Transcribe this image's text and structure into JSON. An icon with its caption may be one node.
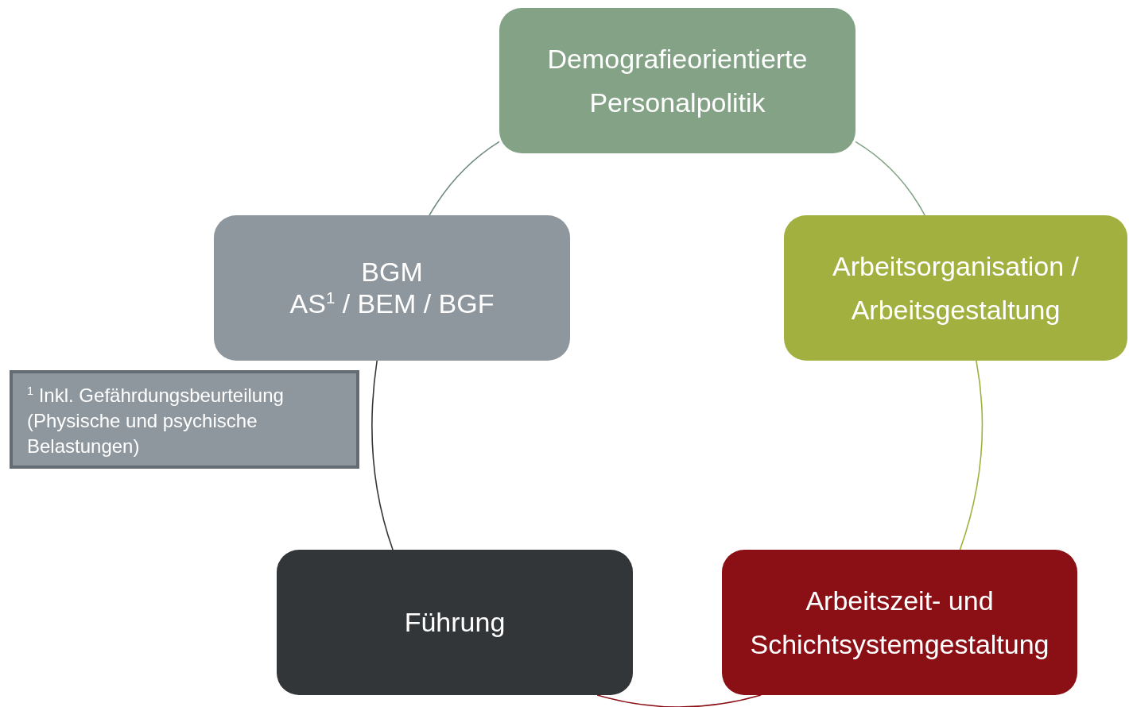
{
  "diagram": {
    "nodes": [
      {
        "text": [
          "Demografieorientierte Personalpolitik"
        ]
      },
      {
        "text": [
          "Arbeitsorganisation / Arbeitsgestaltung"
        ]
      },
      {
        "text": [
          "Arbeitszeit- und Schichtsystemgestaltung"
        ]
      },
      {
        "text": [
          "Führung"
        ]
      },
      {
        "text": [
          "BGM",
          "AS$^{1}$ / BEM / BGF"
        ]
      },
      {
        "text": [
          "$^{1}$ Inkl. Gefährdungsbeurteilung (Physische und psychische Belastungen)"
        ]
      }
    ],
    "edges": [
      {
        "from": 0,
        "to": 1,
        "arrow": "none",
        "color": "#84a386"
      },
      {
        "from": 1,
        "to": 2,
        "arrow": "none",
        "color": "#a2b040"
      },
      {
        "from": 2,
        "to": 3,
        "arrow": "none",
        "color": "#8b1016"
      },
      {
        "from": 3,
        "to": 4,
        "arrow": "none",
        "color": "#333639"
      },
      {
        "from": 4,
        "to": 0,
        "arrow": "none",
        "color": "#6e8a80"
      }
    ]
  }
}
